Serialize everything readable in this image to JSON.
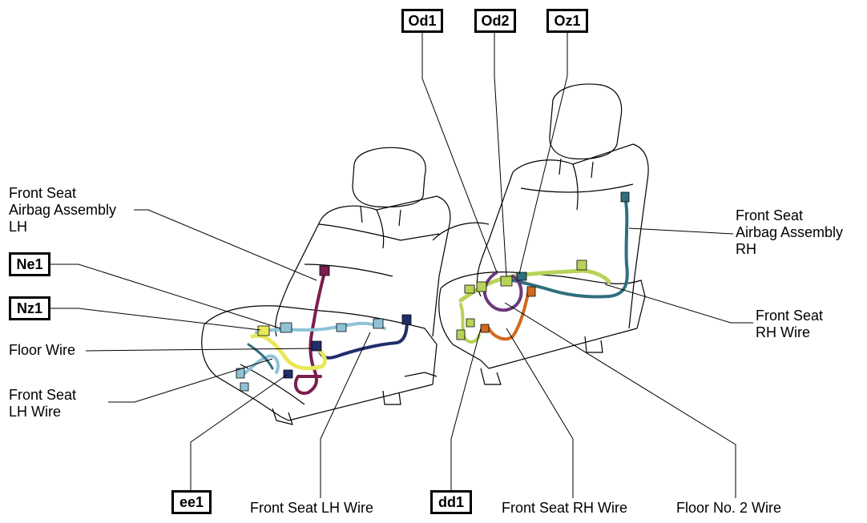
{
  "connectors": {
    "od1": "Od1",
    "od2": "Od2",
    "oz1": "Oz1",
    "ne1": "Ne1",
    "nz1": "Nz1",
    "ee1": "ee1",
    "dd1": "dd1"
  },
  "labels": {
    "airbag_lh": [
      "Front Seat",
      "Airbag Assembly",
      "LH"
    ],
    "airbag_rh": [
      "Front Seat",
      "Airbag Assembly",
      "RH"
    ],
    "floor_wire": "Floor Wire",
    "seat_lh_wire_left": [
      "Front Seat",
      "LH Wire"
    ],
    "seat_rh_wire_right": [
      "Front Seat",
      "RH Wire"
    ],
    "seat_lh_wire_bottom": "Front Seat LH Wire",
    "seat_rh_wire_bottom": "Front Seat RH Wire",
    "floor_no2_wire": "Floor No. 2 Wire"
  },
  "colors": {
    "outline": "#000000",
    "harness_maroon": "#7a1f4e",
    "harness_navy": "#1f2f6b",
    "harness_yellow": "#e8e85a",
    "harness_lightblue": "#8ec3d6",
    "harness_teal": "#2f6f7f",
    "harness_olive": "#b8d35a",
    "harness_orange": "#d2691e",
    "harness_purple": "#6a3a7a"
  }
}
